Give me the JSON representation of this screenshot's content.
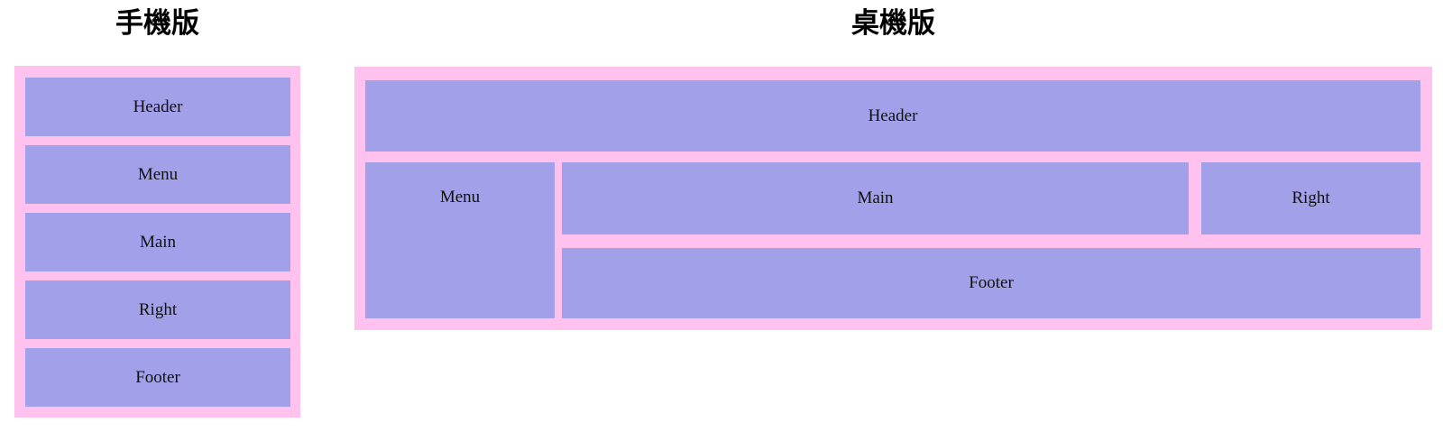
{
  "colors": {
    "page_background": "#ffffff",
    "container_pink": "#ffc2ee",
    "box_purple": "#a2a0e8",
    "title_text": "#000000",
    "box_text": "#111111"
  },
  "mobile": {
    "title": "手機版",
    "boxes": [
      "Header",
      "Menu",
      "Main",
      "Right",
      "Footer"
    ]
  },
  "desktop": {
    "title": "桌機版",
    "boxes": {
      "header": "Header",
      "menu": "Menu",
      "main": "Main",
      "right": "Right",
      "footer": "Footer"
    }
  }
}
